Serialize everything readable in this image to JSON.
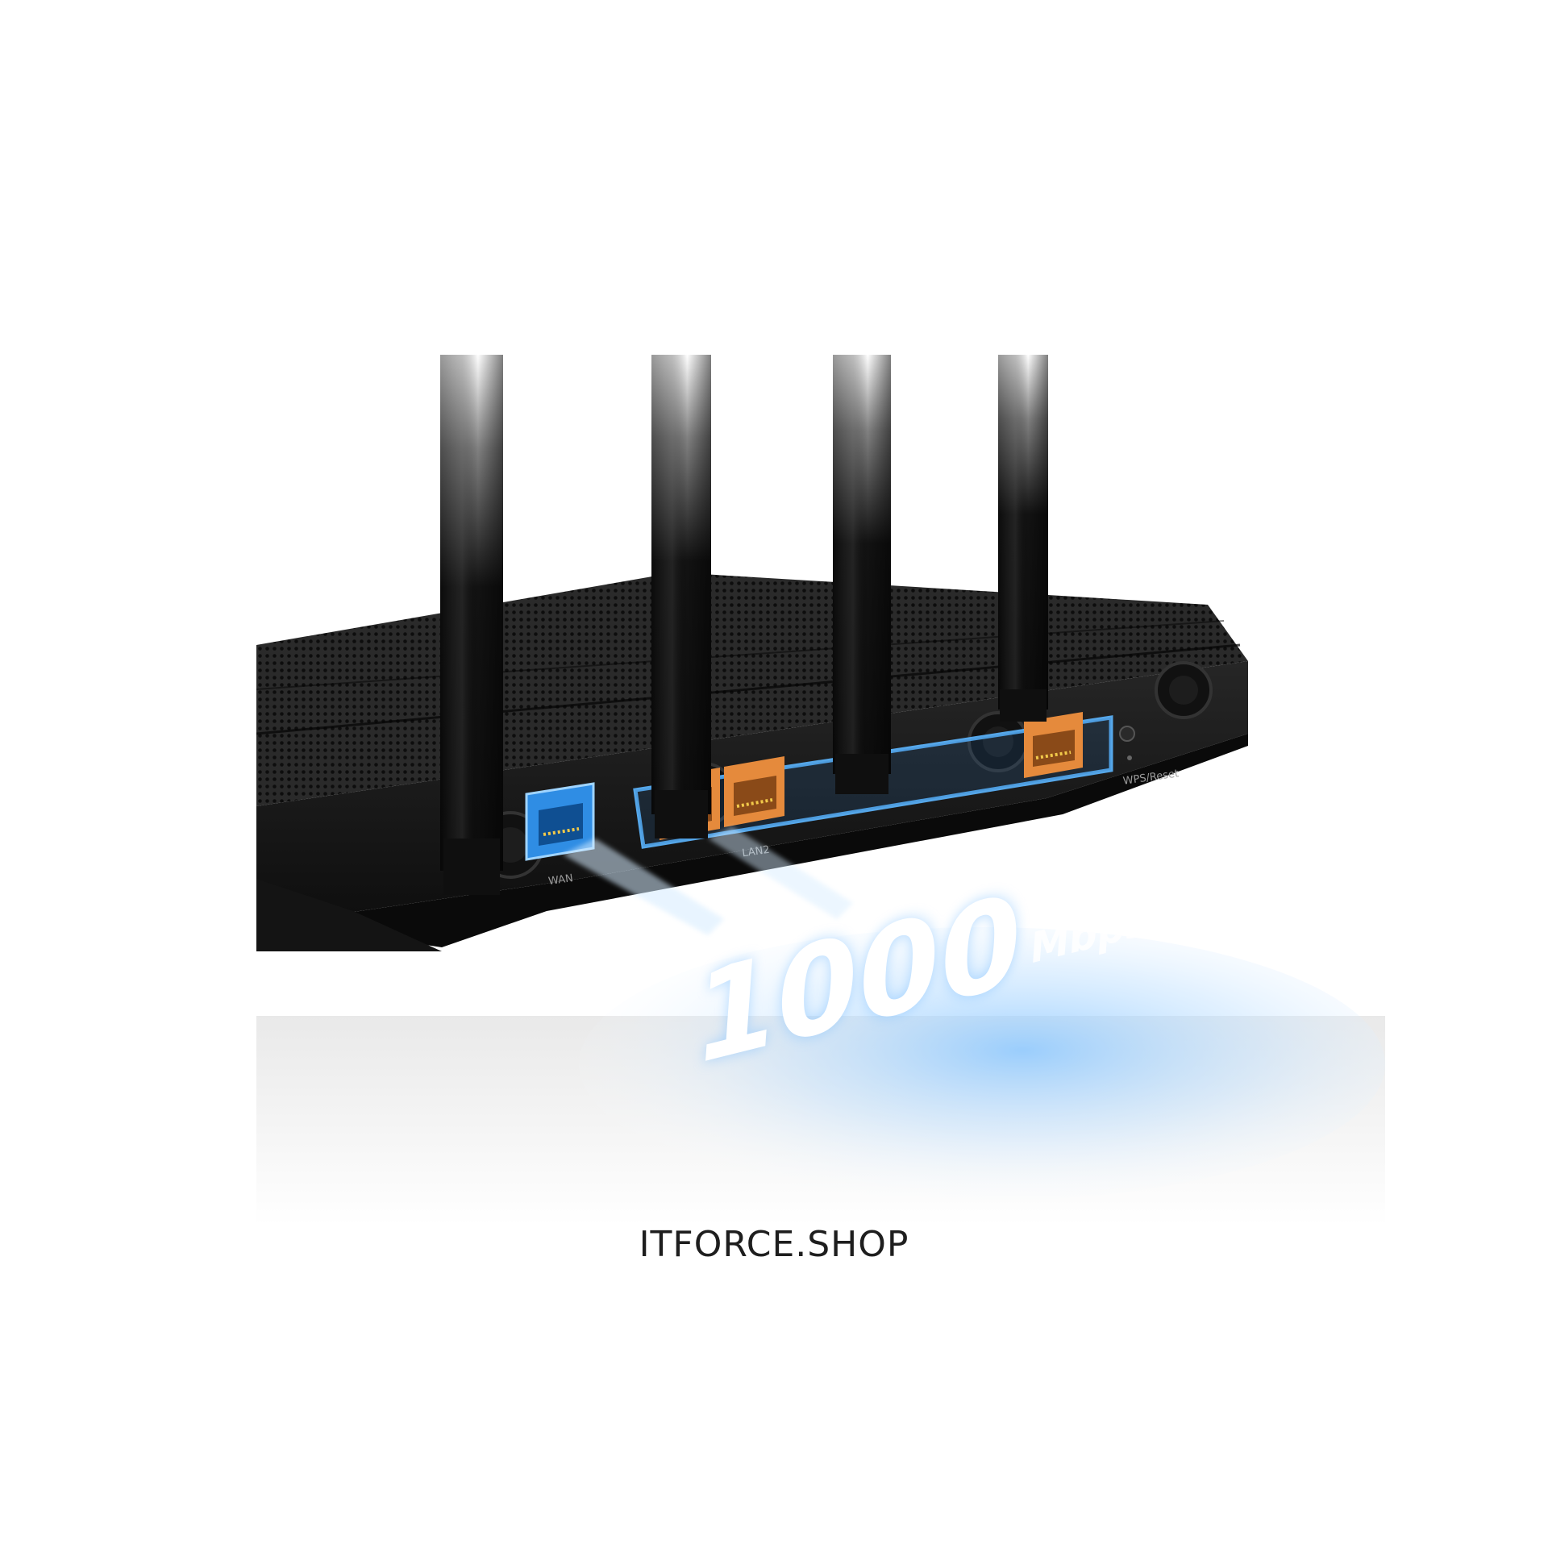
{
  "photo": {
    "speed_text": "1000",
    "speed_unit": "Mbps",
    "port_labels": {
      "wan": "WAN",
      "lan": "LAN2",
      "wps": "WPS/Reset"
    },
    "colors": {
      "router_body": "#1b1b1b",
      "wan_port": "#2f8de4",
      "lan_port": "#e58a3c",
      "glow": "#9fd0ff"
    }
  },
  "caption": "ITFORCE.SHOP"
}
